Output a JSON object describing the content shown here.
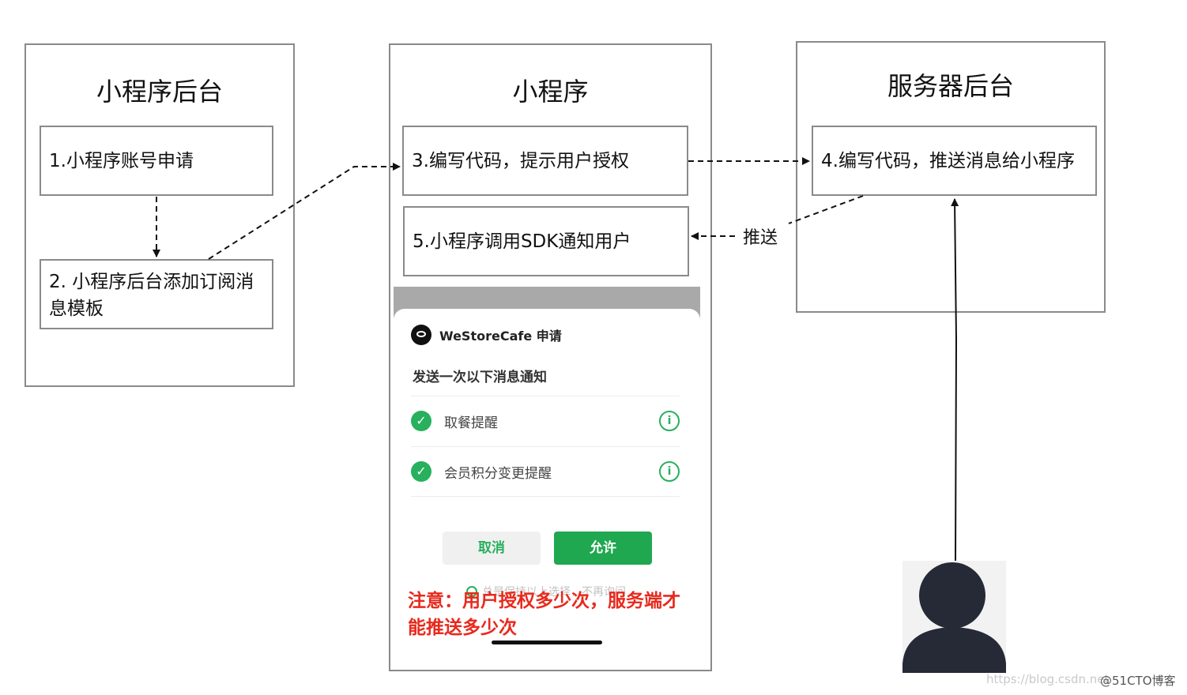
{
  "panels": {
    "left": {
      "title": "小程序后台"
    },
    "middle": {
      "title": "小程序"
    },
    "right": {
      "title": "服务器后台"
    }
  },
  "steps": {
    "step1": "1.小程序账号申请",
    "step2_line1": "2. 小程序后台添加订阅消",
    "step2_line2": "息模板",
    "step3": "3.编写代码，提示用户授权",
    "step4": "4.编写代码，推送消息给小程序",
    "step5": "5.小程序调用SDK通知用户"
  },
  "push_label": "推送",
  "phone": {
    "app_name": "WeStoreCafe 申请",
    "subtitle": "发送一次以下消息通知",
    "items": [
      {
        "label": "取餐提醒"
      },
      {
        "label": "会员积分变更提醒"
      }
    ],
    "check_glyph": "✓",
    "info_glyph": "i",
    "cancel_label": "取消",
    "allow_label": "允许",
    "always_text": "总是保持以上选择，不再询问"
  },
  "note": {
    "line1": "注意：用户授权多少次，服务端才",
    "line2": "能推送多少次"
  },
  "watermark": {
    "url": "https://blog.csdn.net",
    "site": "@51CTO博客"
  },
  "colors": {
    "border": "#8a8a8a",
    "accent_green": "#27b05d",
    "note_red": "#e8291c",
    "avatar": "#262a37"
  }
}
